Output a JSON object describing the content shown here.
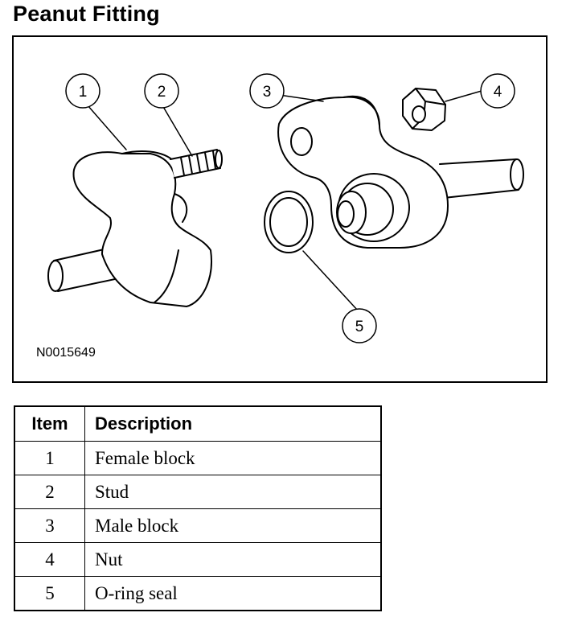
{
  "title": "Peanut Fitting",
  "figure": {
    "id": "N0015649",
    "callouts": [
      "1",
      "2",
      "3",
      "4",
      "5"
    ]
  },
  "table": {
    "headers": [
      "Item",
      "Description"
    ],
    "rows": [
      {
        "item": "1",
        "description": "Female block"
      },
      {
        "item": "2",
        "description": "Stud"
      },
      {
        "item": "3",
        "description": "Male block"
      },
      {
        "item": "4",
        "description": "Nut"
      },
      {
        "item": "5",
        "description": "O-ring seal"
      }
    ]
  }
}
